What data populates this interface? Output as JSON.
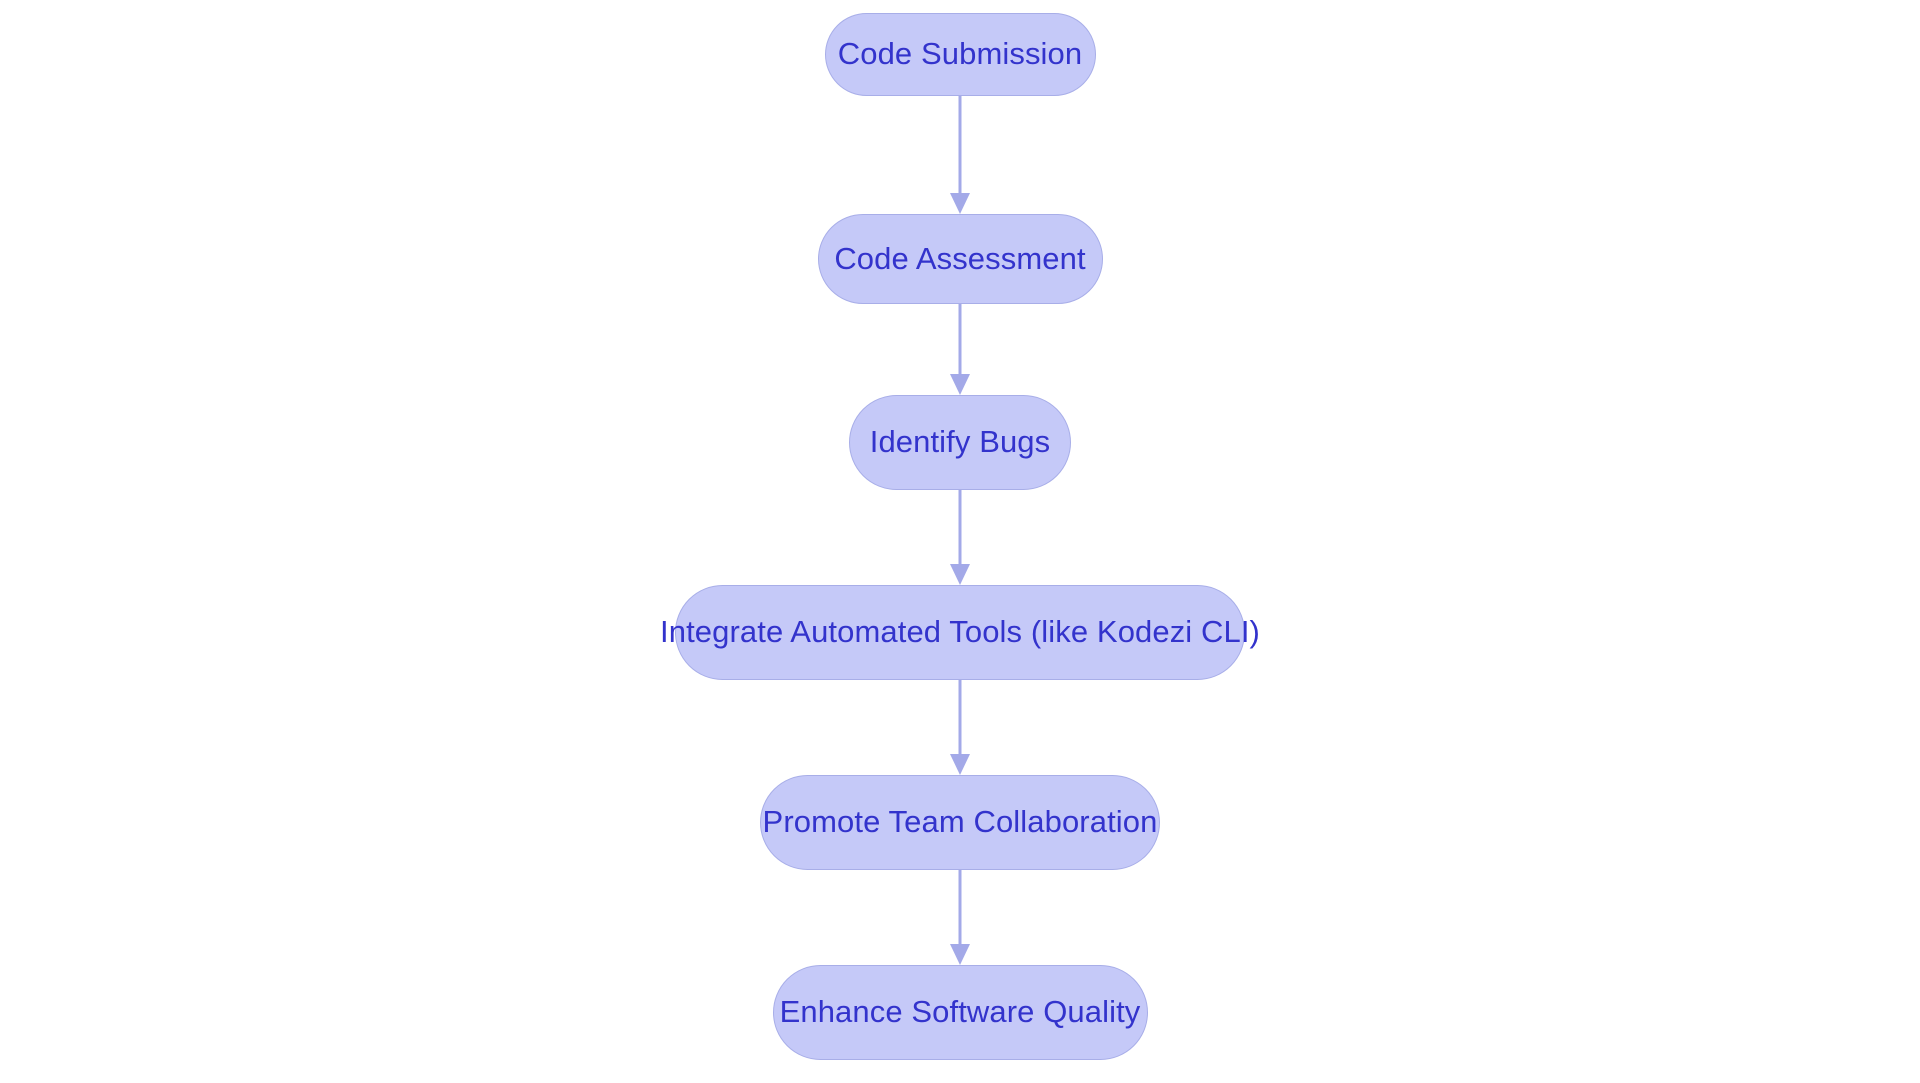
{
  "diagram": {
    "type": "flowchart",
    "orientation": "top-to-bottom",
    "background_color": "#ffffff",
    "node_fill_color": "#c5c9f8",
    "node_border_color": "#a8aee8",
    "node_text_color": "#3333cc",
    "connector_color": "#a3a9e8",
    "node_shape": "stadium",
    "nodes": [
      {
        "id": "code-submission",
        "label": "Code Submission"
      },
      {
        "id": "code-assessment",
        "label": "Code Assessment"
      },
      {
        "id": "identify-bugs",
        "label": "Identify Bugs"
      },
      {
        "id": "integrate-tools",
        "label": "Integrate Automated Tools (like Kodezi CLI)"
      },
      {
        "id": "promote-collaboration",
        "label": "Promote Team Collaboration"
      },
      {
        "id": "enhance-quality",
        "label": "Enhance Software Quality"
      }
    ],
    "edges": [
      {
        "from": "code-submission",
        "to": "code-assessment",
        "label": ""
      },
      {
        "from": "code-assessment",
        "to": "identify-bugs",
        "label": ""
      },
      {
        "from": "identify-bugs",
        "to": "integrate-tools",
        "label": ""
      },
      {
        "from": "integrate-tools",
        "to": "promote-collaboration",
        "label": ""
      },
      {
        "from": "promote-collaboration",
        "to": "enhance-quality",
        "label": ""
      }
    ]
  }
}
